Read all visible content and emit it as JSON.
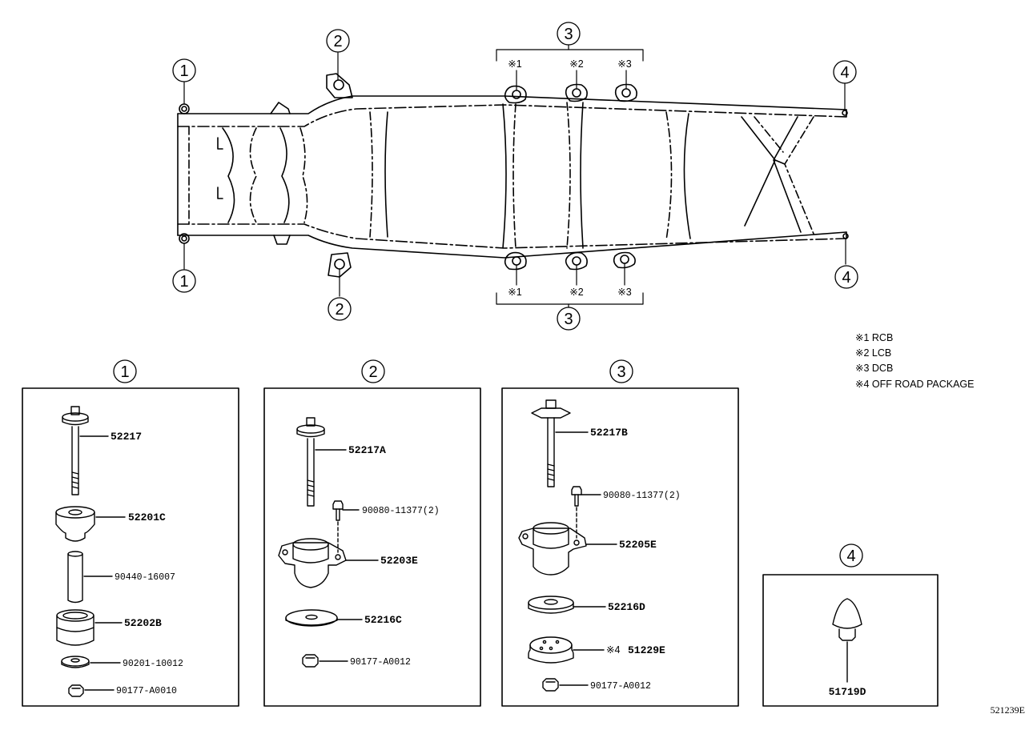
{
  "frame": {
    "callout_1": "1",
    "callout_2": "2",
    "callout_3": "3",
    "callout_4": "4",
    "top_marks": [
      "※1",
      "※2",
      "※3"
    ],
    "bottom_marks": [
      "※1",
      "※2",
      "※3"
    ]
  },
  "notes": [
    "※1 RCB",
    "※2 LCB",
    "※3 DCB",
    "※4 OFF ROAD PACKAGE"
  ],
  "panels": {
    "p1": {
      "number": "1",
      "parts": [
        "52217",
        "52201C",
        "90440-16007",
        "52202B",
        "90201-10012",
        "90177-A0010"
      ]
    },
    "p2": {
      "number": "2",
      "parts": [
        "52217A",
        "90080-11377(2)",
        "52203E",
        "52216C",
        "90177-A0012"
      ]
    },
    "p3": {
      "number": "3",
      "parts": [
        "52217B",
        "90080-11377(2)",
        "52205E",
        "52216D",
        "51229E",
        "90177-A0012"
      ],
      "note_mark": "※4"
    },
    "p4": {
      "number": "4",
      "parts": [
        "51719D"
      ]
    }
  },
  "footer": {
    "figure_code": "521239E"
  }
}
